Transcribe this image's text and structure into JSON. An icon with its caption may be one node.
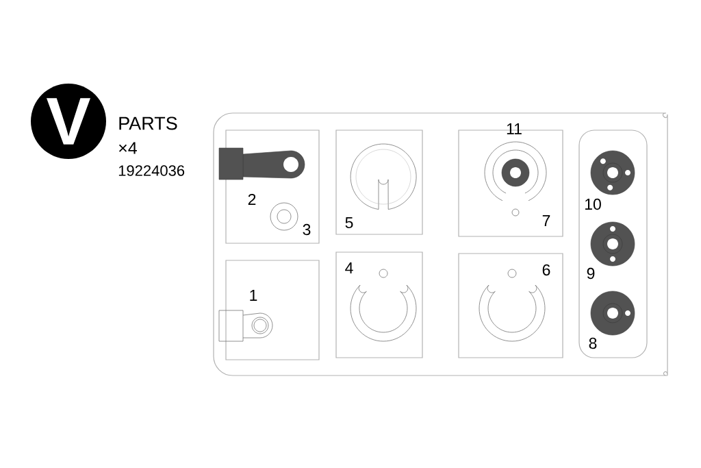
{
  "diagram": {
    "nodes": [
      {
        "text": [
          "V"
        ]
      }
    ],
    "labels": [
      "PARTS",
      "×4",
      "19224036",
      "11",
      "2",
      "3",
      "5",
      "7",
      "10",
      "4",
      "6",
      "1",
      "9",
      "8"
    ]
  }
}
